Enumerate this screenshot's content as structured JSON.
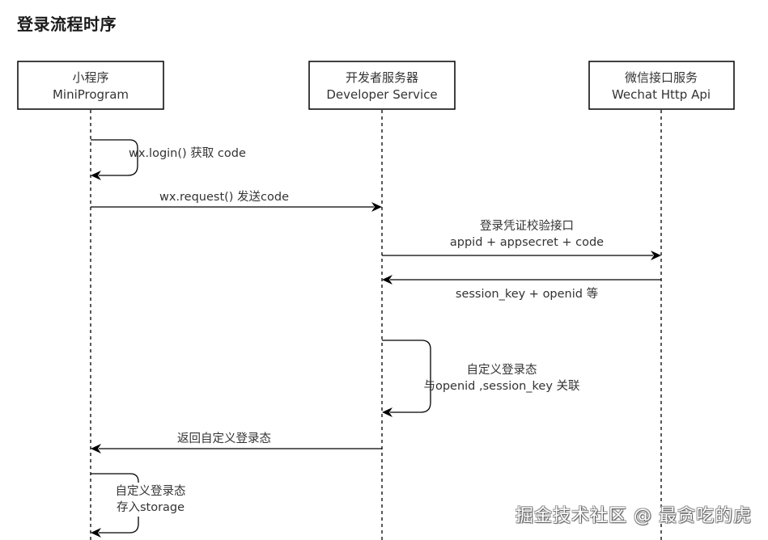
{
  "page": {
    "title": "登录流程时序"
  },
  "actors": [
    {
      "id": "mini",
      "line1": "小程序",
      "line2": "MiniProgram"
    },
    {
      "id": "dev",
      "line1": "开发者服务器",
      "line2": "Developer Service"
    },
    {
      "id": "wx",
      "line1": "微信接口服务",
      "line2": "Wechat Http Api"
    }
  ],
  "messages": [
    {
      "type": "self",
      "actor": "mini",
      "lines": [
        "wx.login() 获取 code"
      ]
    },
    {
      "type": "call",
      "from": "mini",
      "to": "dev",
      "lines": [
        "wx.request() 发送code"
      ],
      "label_pos": "above"
    },
    {
      "type": "call",
      "from": "dev",
      "to": "wx",
      "lines": [
        "登录凭证校验接口",
        "appid + appsecret + code"
      ],
      "label_pos": "above"
    },
    {
      "type": "call",
      "from": "wx",
      "to": "dev",
      "lines": [
        "session_key + openid 等"
      ],
      "label_pos": "below"
    },
    {
      "type": "self",
      "actor": "dev",
      "lines": [
        "自定义登录态",
        "与openid ,session_key 关联"
      ]
    },
    {
      "type": "call",
      "from": "dev",
      "to": "mini",
      "lines": [
        "返回自定义登录态"
      ],
      "label_pos": "above"
    },
    {
      "type": "self",
      "actor": "mini",
      "lines": [
        "自定义登录态",
        "存入storage"
      ]
    }
  ],
  "watermark": "掘金技术社区 @ 最贪吃的虎"
}
